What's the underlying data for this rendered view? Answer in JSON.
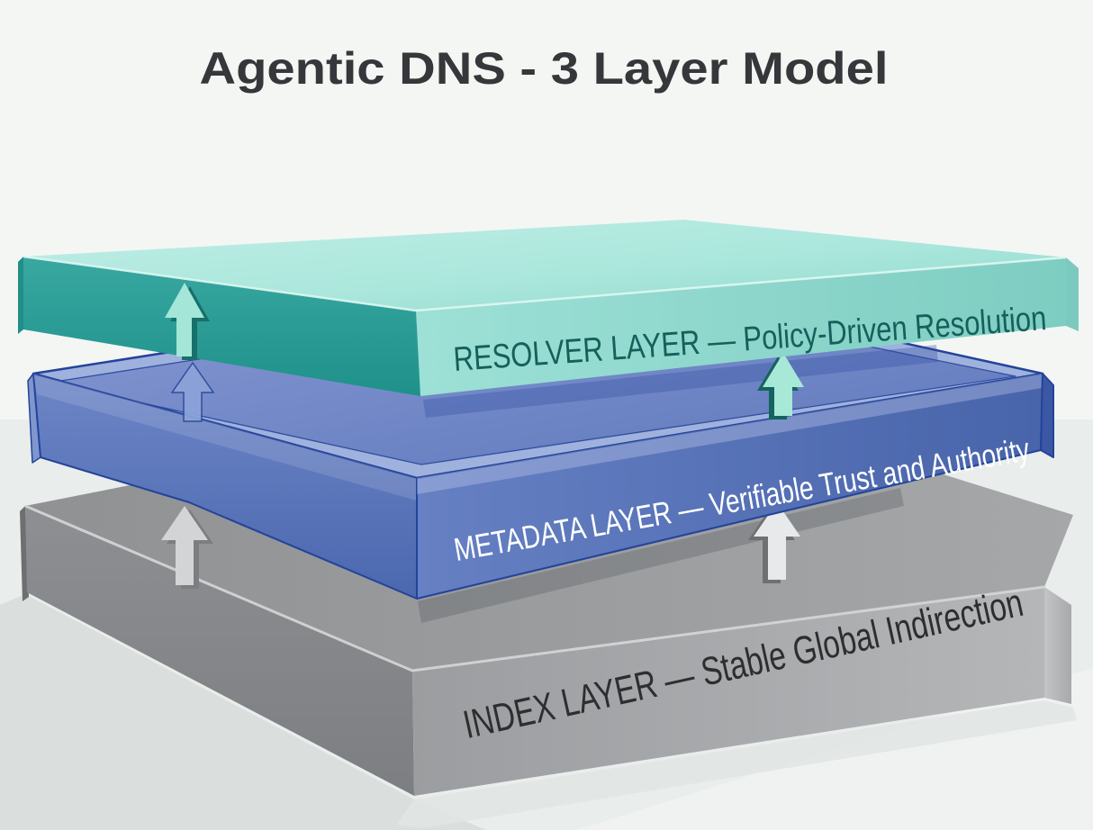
{
  "title": "Agentic DNS - 3 Layer Model",
  "layers": [
    {
      "id": "resolver",
      "name": "RESOLVER LAYER",
      "tagline": "Policy-Driven Resolution",
      "label": "RESOLVER LAYER — Policy-Driven Resolution",
      "colors": {
        "top_face": "#aee9df",
        "front_left_face": "#2da19a",
        "front_right_face": "#93dbd0",
        "end_face": "#7ccabf",
        "text": "#15605b"
      }
    },
    {
      "id": "metadata",
      "name": "METADATA LAYER",
      "tagline": "Verifiable Trust and Authority",
      "label": "METADATA LAYER — Verifiable Trust and Authority",
      "colors": {
        "top_face": "#7389c8",
        "top_rim": "#9fb1dd",
        "front_left_face": "#5d78bd",
        "front_right_face": "#5470b6",
        "end_face": "#3c57a3",
        "outline": "#24439a",
        "text": "#ffffff"
      }
    },
    {
      "id": "index",
      "name": "INDEX LAYER",
      "tagline": "Stable Global Indirection",
      "label": "INDEX LAYER — Stable Global Indirection",
      "colors": {
        "top_face": "#97999b",
        "front_left_face": "#85878a",
        "front_right_face": "#a7a9ab",
        "end_face": "#bcbdbf",
        "chamfer_highlight": "#d5d7d7",
        "text": "#2c2e30"
      }
    }
  ],
  "arrows": [
    {
      "name": "arrow-up-metadata-to-resolver-left",
      "direction": "up",
      "body_color": "#a4e6d7",
      "edge_color": "#17706a"
    },
    {
      "name": "arrow-up-inside-metadata-ghost",
      "direction": "up",
      "body_color": "#8ca4da",
      "edge_color": "#2a4697"
    },
    {
      "name": "arrow-up-metadata-to-resolver-right",
      "direction": "up",
      "body_color": "#a7e8d6",
      "edge_color": "#15635e"
    },
    {
      "name": "arrow-up-index-to-metadata-left",
      "direction": "up",
      "body_color": "#d3d4d5",
      "edge_color": "#7c7e81"
    },
    {
      "name": "arrow-up-index-to-metadata-right",
      "direction": "up",
      "body_color": "#e8e9ea",
      "edge_color": "#6e7072"
    }
  ],
  "background": {
    "upper": "#f4f6f4",
    "lower": "#e9edec",
    "shadow": "#dadedd",
    "title_color": "#35373a"
  }
}
